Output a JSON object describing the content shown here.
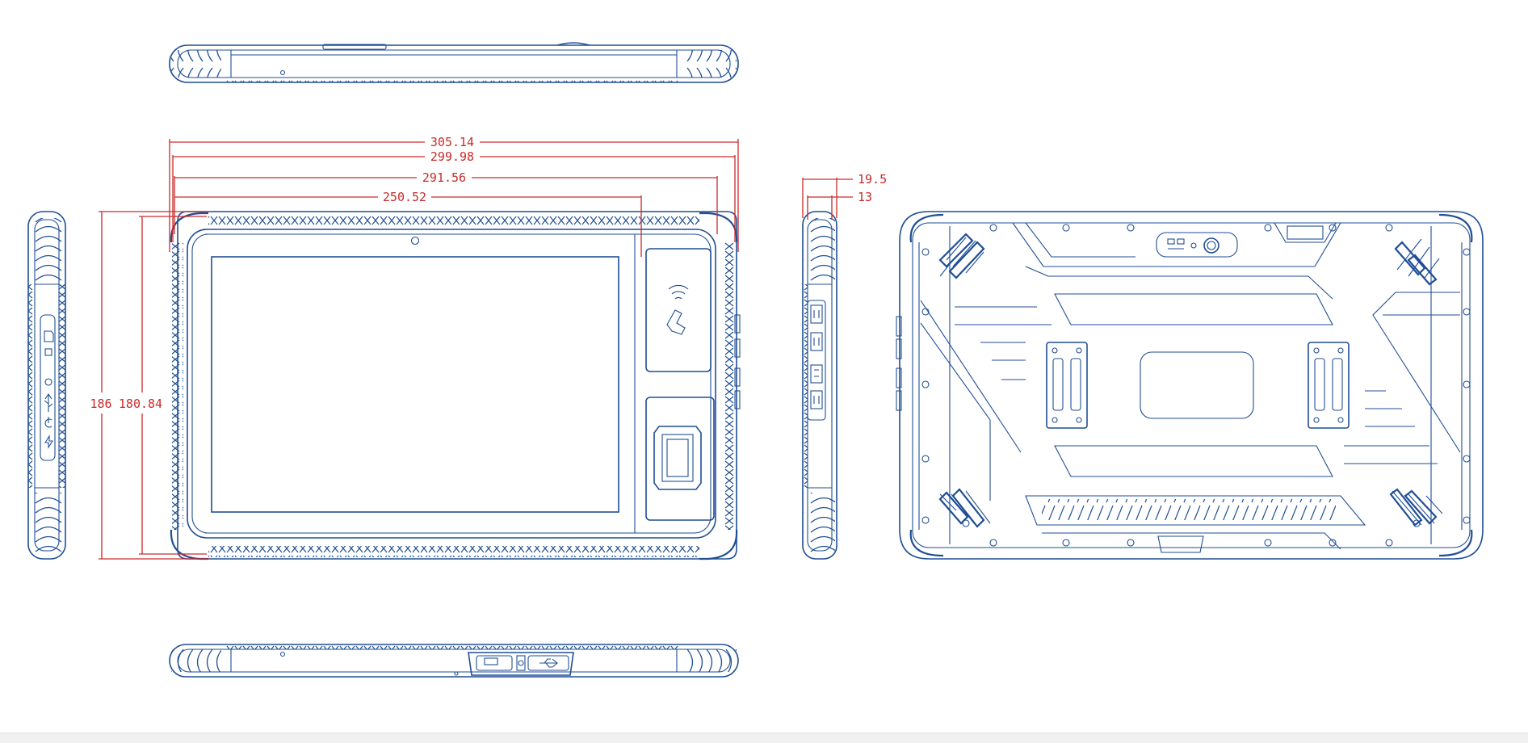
{
  "colors": {
    "line": "#1f4e94",
    "dimension": "#c92a2a",
    "background": "#ffffff"
  },
  "icons": {
    "nfc": "nfc-contactless-icon",
    "fingerprint": "fingerprint-sensor-icon",
    "usb": "usb-icon",
    "sim": "sim-card-icon",
    "power": "power-icon"
  },
  "dimensions": {
    "overall_width": "305.14",
    "body_width": "299.98",
    "inner_width": "291.56",
    "screen_width": "250.52",
    "overall_height": "186",
    "body_height": "180.84",
    "overall_thickness": "19.5",
    "body_thickness": "13"
  }
}
